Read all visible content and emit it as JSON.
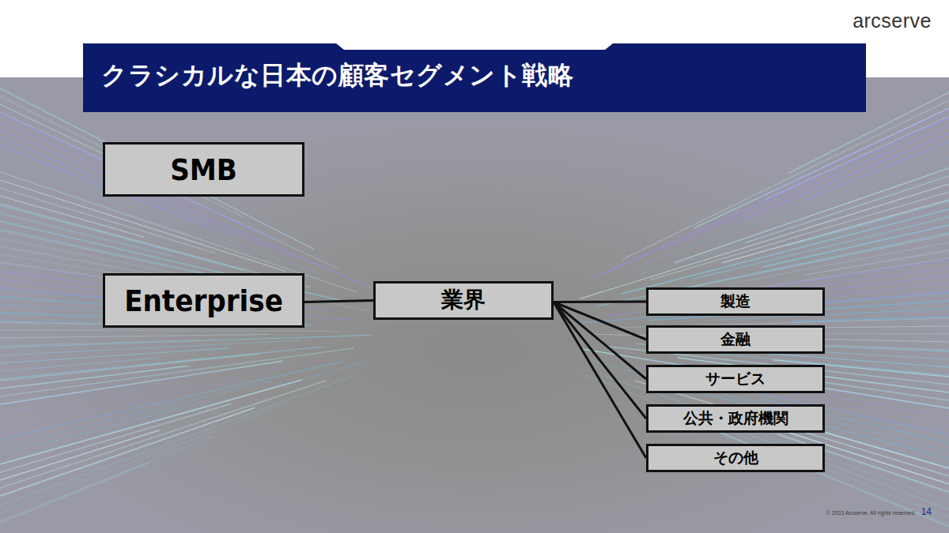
{
  "diagram": {
    "title": "クラシカルな日本の顧客セグメント戦略",
    "nodes": [
      {
        "text": [
          "SMB"
        ]
      },
      {
        "text": [
          "Enterprise"
        ]
      },
      {
        "text": [
          "業界"
        ]
      },
      {
        "text": [
          "製造"
        ]
      },
      {
        "text": [
          "金融"
        ]
      },
      {
        "text": [
          "サービス"
        ]
      },
      {
        "text": [
          "公共・政府機関"
        ]
      },
      {
        "text": [
          "その他"
        ]
      }
    ],
    "edges": [
      {
        "from": 1,
        "to": 2,
        "arrow": "none"
      },
      {
        "from": 2,
        "to": 3,
        "arrow": "none"
      },
      {
        "from": 2,
        "to": 4,
        "arrow": "none"
      },
      {
        "from": 2,
        "to": 5,
        "arrow": "none"
      },
      {
        "from": 2,
        "to": 6,
        "arrow": "none"
      },
      {
        "from": 2,
        "to": 7,
        "arrow": "none"
      }
    ],
    "labels": [
      "arcserve",
      "© 2023 Arcserve. All rights reserved.",
      "14"
    ]
  }
}
